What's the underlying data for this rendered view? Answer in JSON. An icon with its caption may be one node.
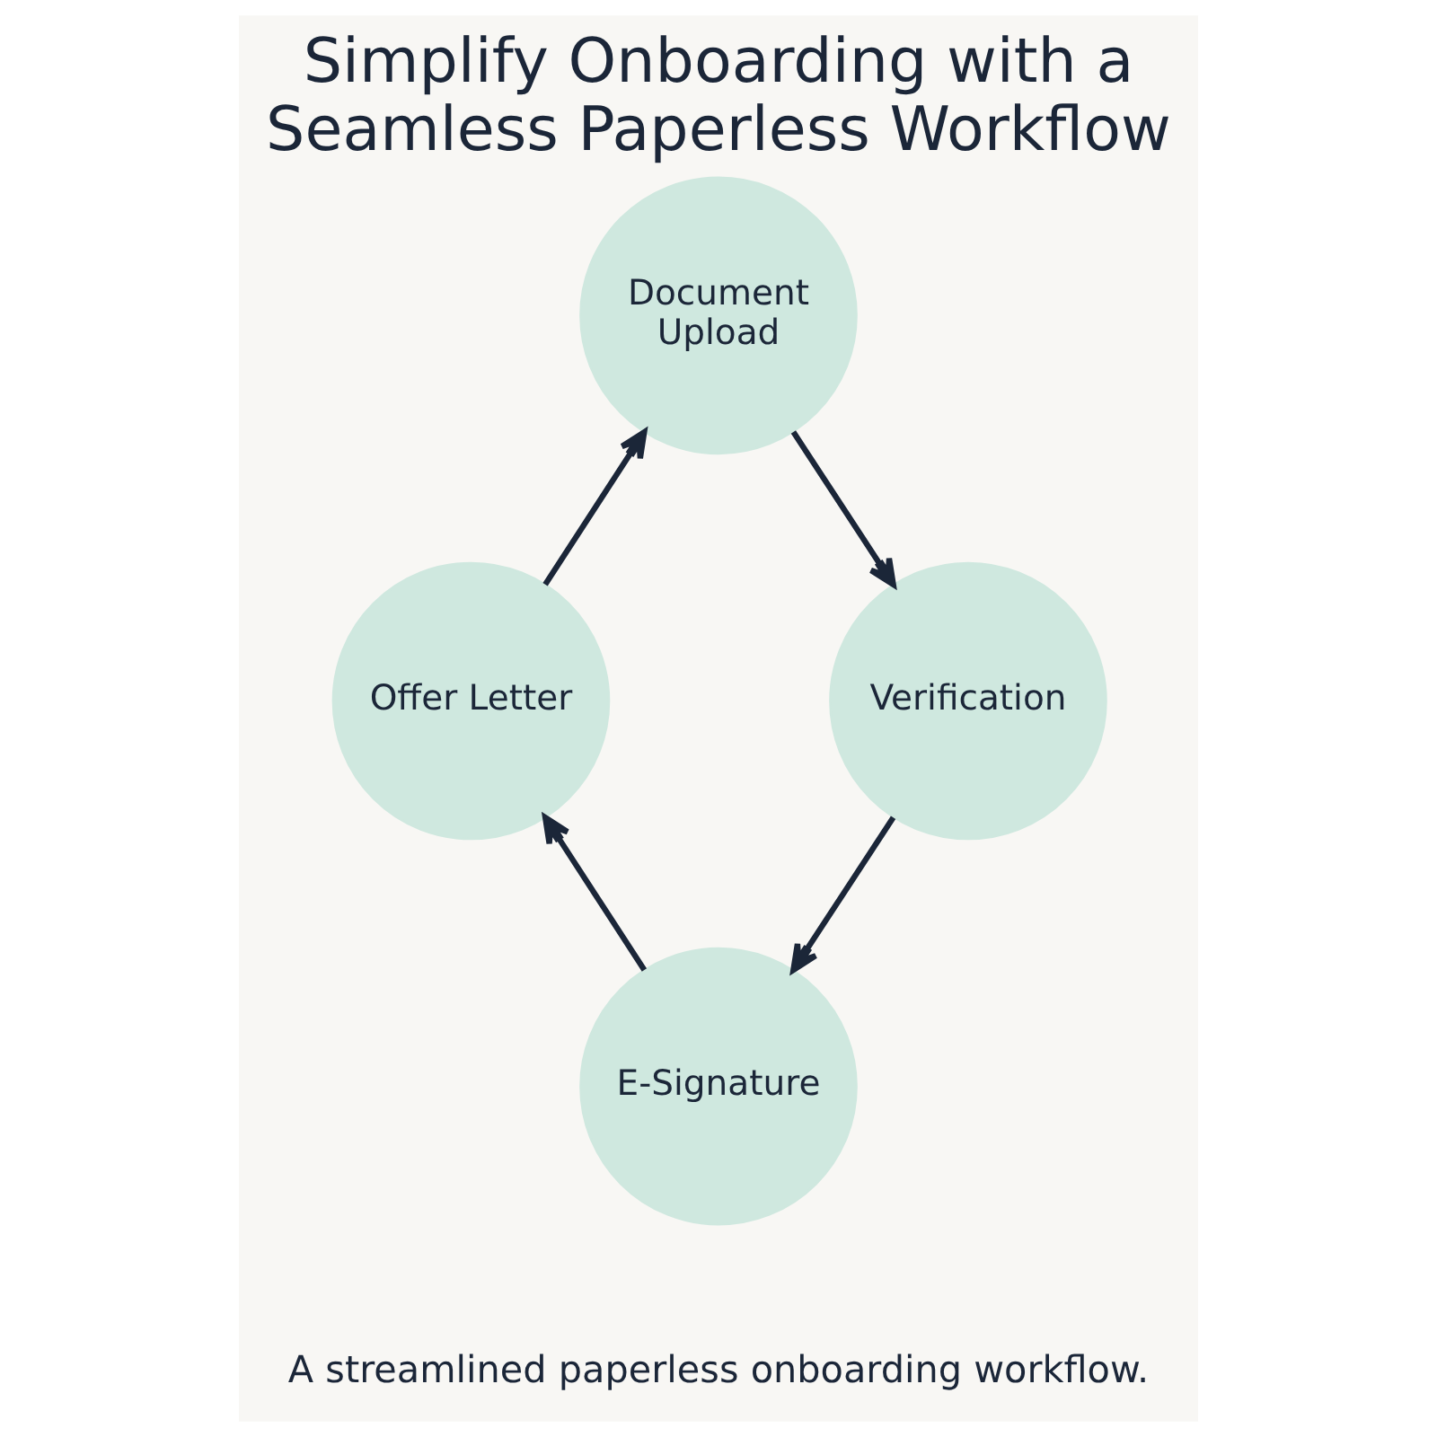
{
  "diagram": {
    "title": "Simplify Onboarding with a Seamless Paperless Workflow",
    "caption": "A streamlined paperless onboarding workflow.",
    "nodes": [
      {
        "text": [
          "Document Upload"
        ]
      },
      {
        "text": [
          "Offer Letter"
        ]
      },
      {
        "text": [
          "Verification"
        ]
      },
      {
        "text": [
          "E-Signature"
        ]
      }
    ],
    "edges": [
      {
        "from": 0,
        "to": 2,
        "arrow": "to"
      },
      {
        "from": 2,
        "to": 3,
        "arrow": "to"
      },
      {
        "from": 3,
        "to": 1,
        "arrow": "to"
      },
      {
        "from": 1,
        "to": 0,
        "arrow": "to"
      }
    ]
  }
}
